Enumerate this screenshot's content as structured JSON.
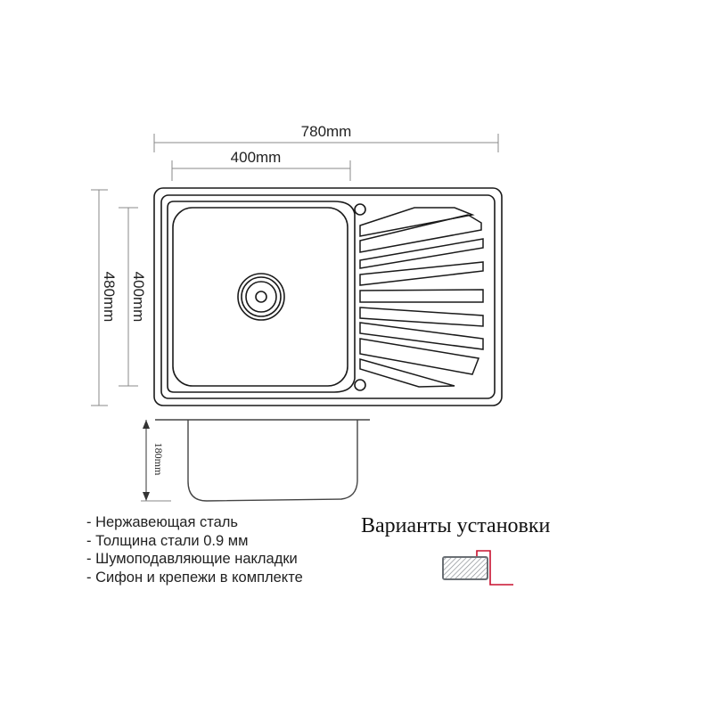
{
  "dimensions": {
    "overall_width": "780mm",
    "bowl_width": "400mm",
    "overall_depth": "480mm",
    "bowl_depth": "400mm",
    "bowl_height": "180mm"
  },
  "features": [
    "- Нержавеющая сталь",
    "- Толщина стали 0.9 мм",
    "- Шумоподавляющие накладки",
    "- Сифон и крепежи в комплекте"
  ],
  "installation": {
    "title": "Варианты установки",
    "icon": "countertop-mount-icon",
    "accent_color": "#c8102e",
    "hatch_color": "#6b7075"
  },
  "colors": {
    "line": "#1a1a1a",
    "dimension_line": "#888888"
  }
}
